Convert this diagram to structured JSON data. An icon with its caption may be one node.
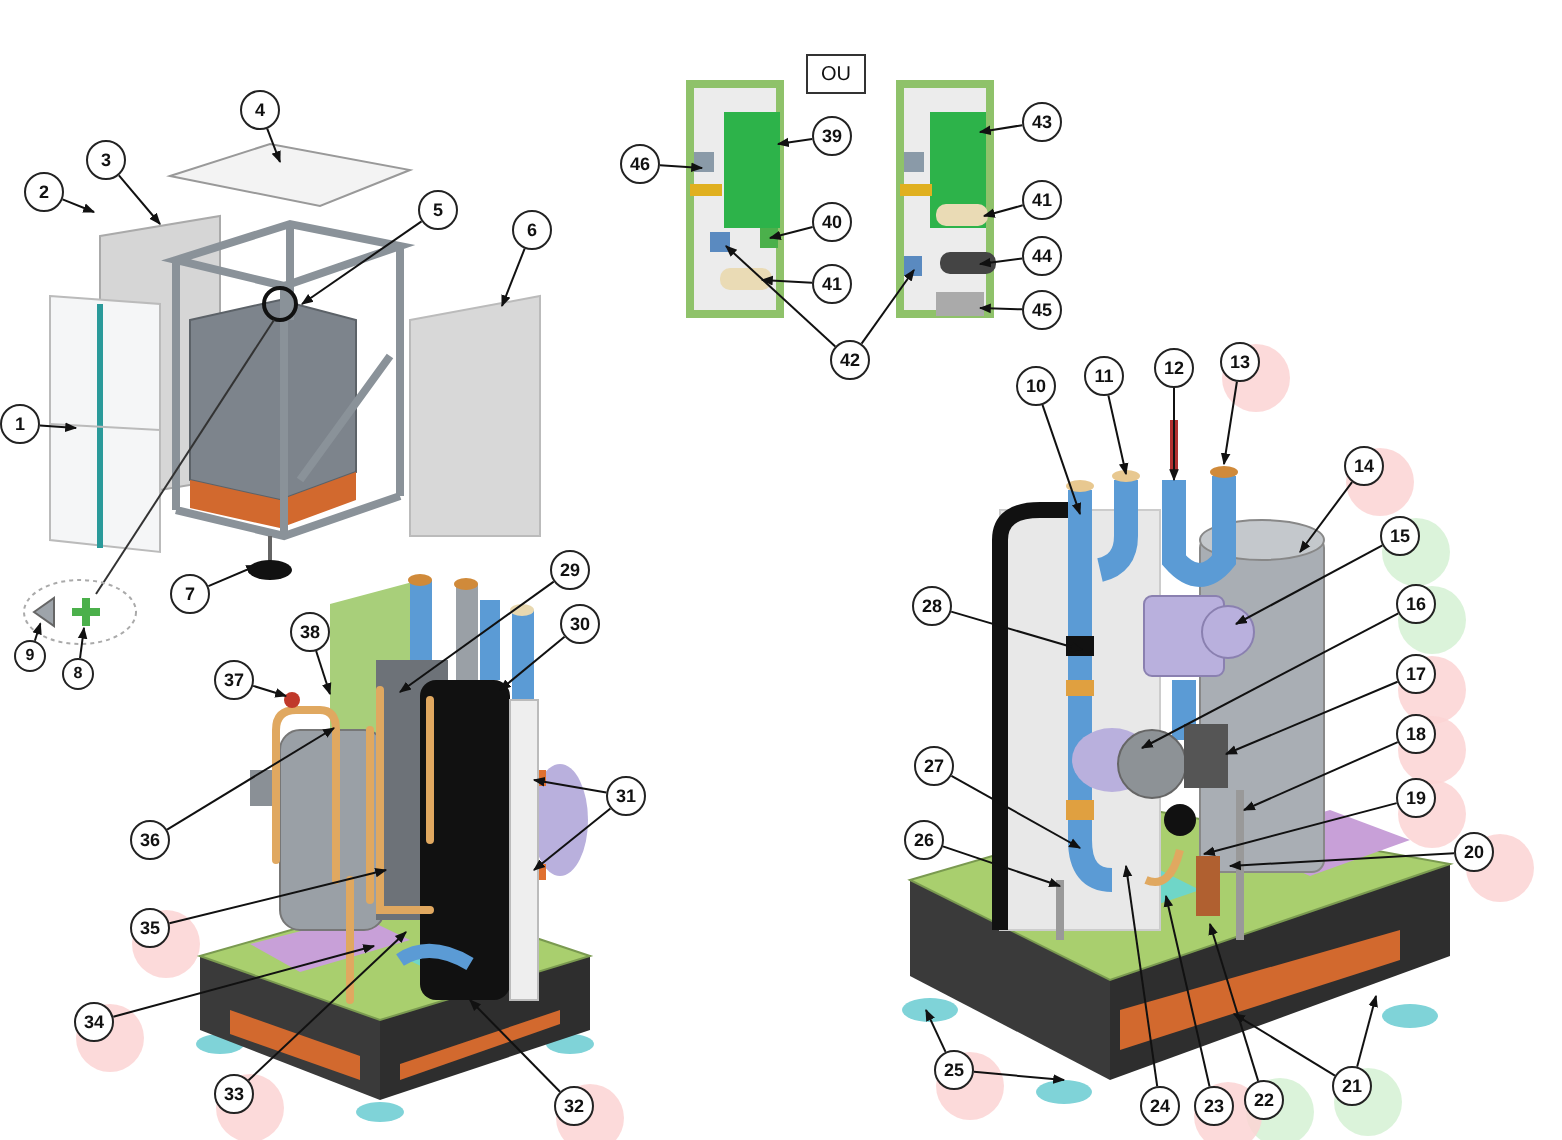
{
  "diagram": {
    "nodes": [
      {
        "text": [
          "1"
        ]
      },
      {
        "text": [
          "2"
        ]
      },
      {
        "text": [
          "3"
        ]
      },
      {
        "text": [
          "4"
        ]
      },
      {
        "text": [
          "5"
        ]
      },
      {
        "text": [
          "6"
        ]
      },
      {
        "text": [
          "7"
        ]
      },
      {
        "text": [
          "8"
        ]
      },
      {
        "text": [
          "9"
        ]
      },
      {
        "text": [
          "OU"
        ]
      },
      {
        "text": [
          "46"
        ]
      },
      {
        "text": [
          "39"
        ]
      },
      {
        "text": [
          "40"
        ]
      },
      {
        "text": [
          "41"
        ]
      },
      {
        "text": [
          "42"
        ]
      },
      {
        "text": [
          "43"
        ]
      },
      {
        "text": [
          "41"
        ]
      },
      {
        "text": [
          "44"
        ]
      },
      {
        "text": [
          "45"
        ]
      },
      {
        "text": [
          "10"
        ]
      },
      {
        "text": [
          "11"
        ]
      },
      {
        "text": [
          "12"
        ]
      },
      {
        "text": [
          "13"
        ]
      },
      {
        "text": [
          "14"
        ]
      },
      {
        "text": [
          "15"
        ]
      },
      {
        "text": [
          "16"
        ]
      },
      {
        "text": [
          "17"
        ]
      },
      {
        "text": [
          "18"
        ]
      },
      {
        "text": [
          "19"
        ]
      },
      {
        "text": [
          "20"
        ]
      },
      {
        "text": [
          "21"
        ]
      },
      {
        "text": [
          "22"
        ]
      },
      {
        "text": [
          "23"
        ]
      },
      {
        "text": [
          "24"
        ]
      },
      {
        "text": [
          "25"
        ]
      },
      {
        "text": [
          "26"
        ]
      },
      {
        "text": [
          "27"
        ]
      },
      {
        "text": [
          "28"
        ]
      },
      {
        "text": [
          "29"
        ]
      },
      {
        "text": [
          "30"
        ]
      },
      {
        "text": [
          "31"
        ]
      },
      {
        "text": [
          "32"
        ]
      },
      {
        "text": [
          "33"
        ]
      },
      {
        "text": [
          "34"
        ]
      },
      {
        "text": [
          "35"
        ]
      },
      {
        "text": [
          "36"
        ]
      },
      {
        "text": [
          "37"
        ]
      },
      {
        "text": [
          "38"
        ]
      },
      {
        "text": [],
        "shape": "picture"
      },
      {
        "text": [],
        "shape": "picture"
      },
      {
        "text": [],
        "shape": "picture"
      }
    ],
    "edges": [
      {
        "from": 0,
        "to": null,
        "arrow": "to"
      },
      {
        "from": 1,
        "to": null,
        "arrow": "to"
      },
      {
        "from": 2,
        "to": null,
        "arrow": "to"
      },
      {
        "from": 3,
        "to": null,
        "arrow": "to"
      },
      {
        "from": 4,
        "to": null,
        "arrow": "to"
      },
      {
        "from": 5,
        "to": null,
        "arrow": "to"
      },
      {
        "from": 6,
        "to": 50,
        "arrow": "to"
      },
      {
        "from": 7,
        "to": 49,
        "arrow": "to"
      },
      {
        "from": 8,
        "to": 48,
        "arrow": "to"
      },
      {
        "from": 10,
        "to": null,
        "arrow": "to"
      },
      {
        "from": 11,
        "to": null,
        "arrow": "to"
      },
      {
        "from": 12,
        "to": null,
        "arrow": "to"
      },
      {
        "from": 13,
        "to": null,
        "arrow": "to"
      },
      {
        "from": 14,
        "to": null,
        "arrow": "to"
      },
      {
        "from": 14,
        "to": null,
        "arrow": "to"
      },
      {
        "from": 15,
        "to": null,
        "arrow": "to"
      },
      {
        "from": 16,
        "to": null,
        "arrow": "to"
      },
      {
        "from": 17,
        "to": null,
        "arrow": "to"
      },
      {
        "from": 18,
        "to": null,
        "arrow": "to"
      },
      {
        "from": 19,
        "to": null,
        "arrow": "to"
      },
      {
        "from": 20,
        "to": null,
        "arrow": "to"
      },
      {
        "from": 21,
        "to": null,
        "arrow": "to"
      },
      {
        "from": 22,
        "to": null,
        "arrow": "to"
      },
      {
        "from": 23,
        "to": null,
        "arrow": "to"
      },
      {
        "from": 24,
        "to": null,
        "arrow": "to"
      },
      {
        "from": 25,
        "to": null,
        "arrow": "to"
      },
      {
        "from": 26,
        "to": null,
        "arrow": "to"
      },
      {
        "from": 27,
        "to": null,
        "arrow": "to"
      },
      {
        "from": 28,
        "to": null,
        "arrow": "to"
      },
      {
        "from": 29,
        "to": null,
        "arrow": "to"
      },
      {
        "from": 30,
        "to": null,
        "arrow": "to"
      },
      {
        "from": 30,
        "to": null,
        "arrow": "to"
      },
      {
        "from": 31,
        "to": null,
        "arrow": "to"
      },
      {
        "from": 32,
        "to": null,
        "arrow": "to"
      },
      {
        "from": 33,
        "to": null,
        "arrow": "to"
      },
      {
        "from": 34,
        "to": null,
        "arrow": "to"
      },
      {
        "from": 34,
        "to": null,
        "arrow": "to"
      },
      {
        "from": 35,
        "to": null,
        "arrow": "to"
      },
      {
        "from": 36,
        "to": null,
        "arrow": "to"
      },
      {
        "from": 37,
        "to": null,
        "arrow": "to"
      },
      {
        "from": 38,
        "to": null,
        "arrow": "to"
      },
      {
        "from": 39,
        "to": null,
        "arrow": "to"
      },
      {
        "from": 40,
        "to": null,
        "arrow": "to"
      },
      {
        "from": 40,
        "to": null,
        "arrow": "to"
      },
      {
        "from": 41,
        "to": null,
        "arrow": "to"
      },
      {
        "from": 42,
        "to": null,
        "arrow": "to"
      },
      {
        "from": 43,
        "to": null,
        "arrow": "to"
      },
      {
        "from": 44,
        "to": null,
        "arrow": "to"
      },
      {
        "from": 45,
        "to": null,
        "arrow": "to"
      },
      {
        "from": 46,
        "to": null,
        "arrow": "to"
      },
      {
        "from": 47,
        "to": null,
        "arrow": "to"
      }
    ]
  }
}
